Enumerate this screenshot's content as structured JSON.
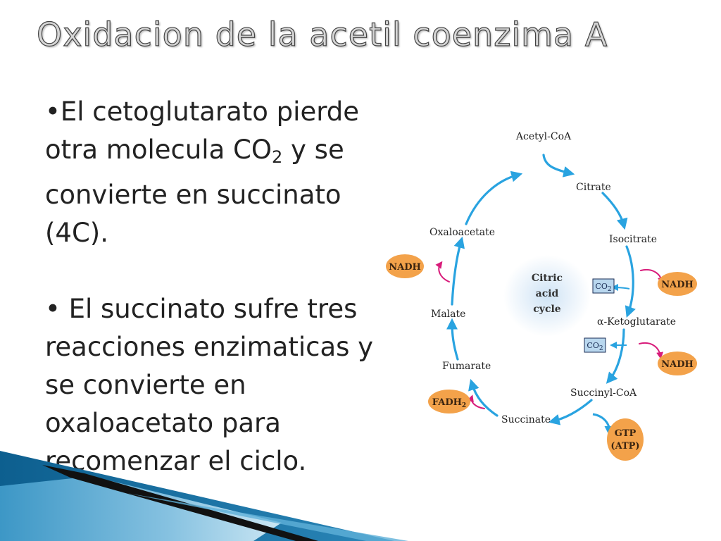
{
  "slide": {
    "title": "Oxidacion de la acetil coenzima A",
    "paragraph1": {
      "bullet": "•",
      "line1": "El cetoglutarato pierde",
      "line2_before": "otra molecula CO",
      "line2_sub": "2",
      "line2_after": " y se",
      "line3": "convierte en succinato",
      "line4": "(4C)."
    },
    "paragraph2": {
      "bullet": "•",
      "line1": " El succinato sufre tres",
      "line2": "reacciones enzimaticas y",
      "line3": "se convierte en",
      "line4": "oxaloacetato para",
      "line5": "recomenzar el ciclo."
    }
  },
  "diagram": {
    "center_label": [
      "Citric",
      "acid",
      "cycle"
    ],
    "metabolites": {
      "acetyl_coa": "Acetyl-CoA",
      "citrate": "Citrate",
      "isocitrate": "Isocitrate",
      "alpha_ketoglutarate": "α-Ketoglutarate",
      "succinyl_coa": "Succinyl-CoA",
      "succinate": "Succinate",
      "fumarate": "Fumarate",
      "malate": "Malate",
      "oxaloacetate": "Oxaloacetate"
    },
    "byproducts": {
      "nadh_1": "NADH",
      "nadh_2": "NADH",
      "nadh_3": "NADH",
      "fadh2_base": "FADH",
      "fadh2_sub": "2",
      "gtp": "GTP",
      "atp": "(ATP)",
      "co2_1_base": "CO",
      "co2_1_sub": "2",
      "co2_2_base": "CO",
      "co2_2_sub": "2"
    },
    "colors": {
      "cycle_arrow": "#29a3e0",
      "cofactor_arrow": "#d81b7a",
      "badge_fill": "#f3a24a",
      "co2_box_fill": "#b9d7ee",
      "center_glow": "#cfe3f5"
    }
  }
}
